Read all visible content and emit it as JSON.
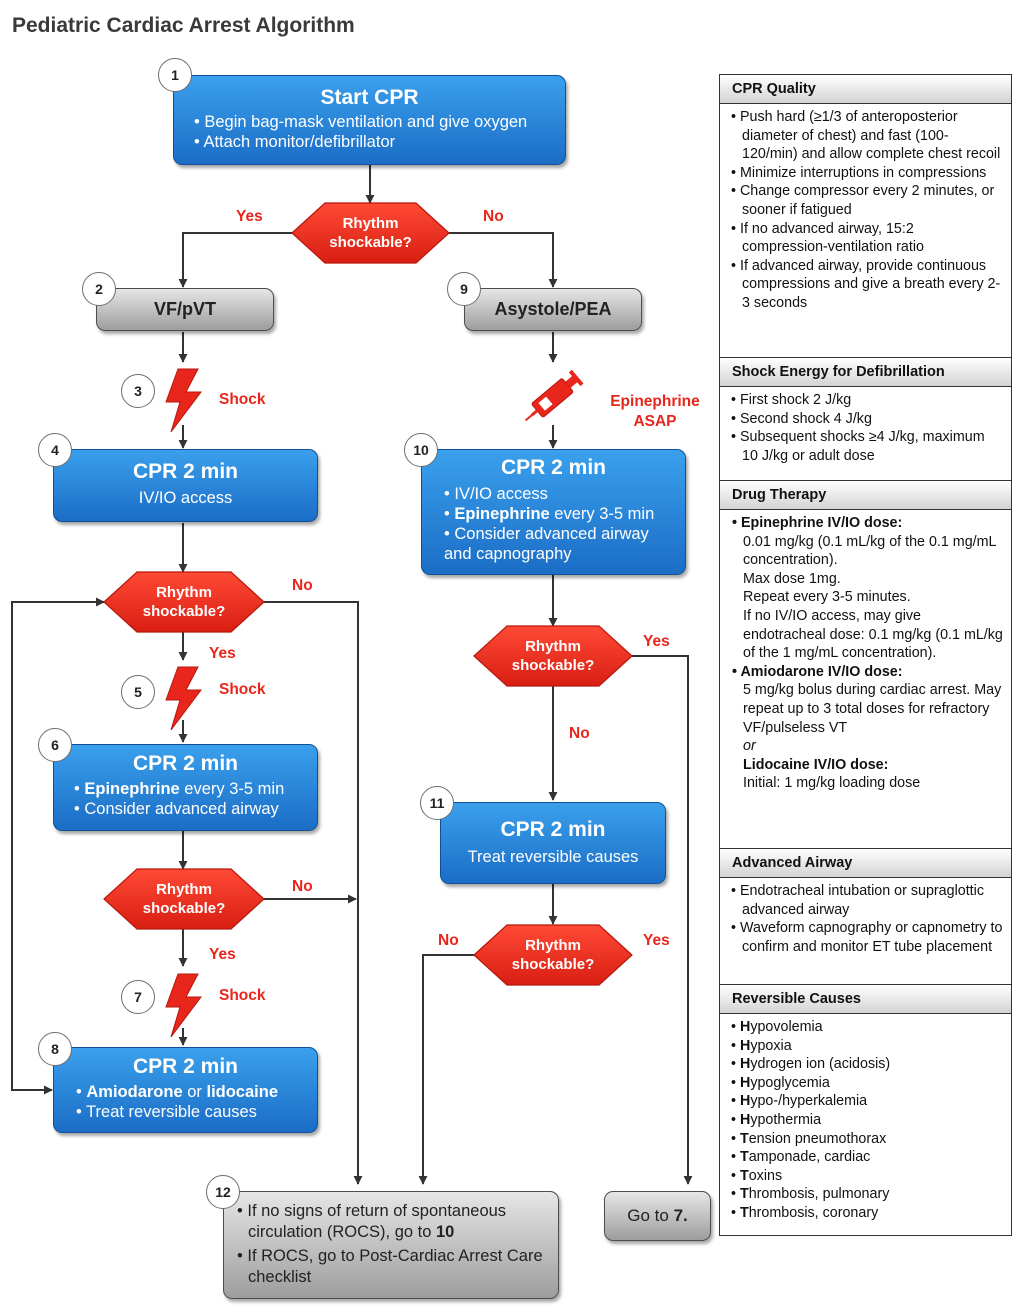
{
  "title": "Pediatric Cardiac Arrest Algorithm",
  "colors": {
    "blue": "#1b6dc6",
    "red": "#e8261c",
    "gray": "#9d9d9d"
  },
  "icons": {
    "shock": "lightning-bolt-icon",
    "epinephrine": "syringe-icon"
  },
  "flow": {
    "step1": {
      "num": "1",
      "title": "Start CPR",
      "items": [
        "• Begin bag-mask ventilation and give oxygen",
        "• Attach monitor/defibrillator"
      ]
    },
    "rhythm_label": "Rhythm shockable?",
    "yes": "Yes",
    "no": "No",
    "step2": {
      "num": "2",
      "title": "VF/pVT"
    },
    "step9": {
      "num": "9",
      "title": "Asystole/PEA"
    },
    "step3": {
      "num": "3",
      "label": "Shock"
    },
    "step4": {
      "num": "4",
      "title": "CPR 2 min",
      "text": "IV/IO access"
    },
    "epi_asap": "Epinephrine ASAP",
    "step10": {
      "num": "10",
      "title": "CPR 2 min",
      "item1": "• IV/IO access",
      "item2_bold": "Epinephrine",
      "item2_rest": " every 3-5 min",
      "item3": "• Consider advanced airway and capnography"
    },
    "step5": {
      "num": "5",
      "label": "Shock"
    },
    "step6": {
      "num": "6",
      "title": "CPR 2 min",
      "item1_bold": "Epinephrine",
      "item1_rest": " every 3-5 min",
      "item2": "• Consider advanced airway"
    },
    "step11": {
      "num": "11",
      "title": "CPR 2 min",
      "text": "Treat reversible causes"
    },
    "step7": {
      "num": "7",
      "label": "Shock"
    },
    "step8": {
      "num": "8",
      "title": "CPR 2 min",
      "item1_bold_a": "Amiodarone",
      "item1_mid": " or ",
      "item1_bold_b": "lidocaine",
      "item2": "• Treat reversible causes"
    },
    "step12": {
      "num": "12",
      "item1_text": "If no signs of return of spontaneous circulation (ROCS), go to ",
      "item1_bold": "10",
      "item2_text": "If ROCS, go to Post-Cardiac Arrest Care checklist"
    },
    "goto7": {
      "text": "Go to ",
      "bold": "7."
    }
  },
  "sidebar": {
    "cpr_quality": {
      "title": "CPR Quality",
      "items": [
        "• Push hard (≥1/3 of anteroposterior diameter of chest) and fast (100-120/min) and allow complete chest recoil",
        "• Minimize interruptions in compressions",
        "• Change compressor every 2 minutes, or sooner if fatigued",
        "• If no advanced airway, 15:2 compression-ventilation ratio",
        "• If advanced airway, provide continuous compressions and give a breath every 2-3 seconds"
      ]
    },
    "shock_energy": {
      "title": "Shock Energy for Defibrillation",
      "items": [
        "• First shock 2 J/kg",
        "• Second shock 4 J/kg",
        "• Subsequent shocks ≥4 J/kg, maximum 10 J/kg or adult dose"
      ]
    },
    "drug_therapy": {
      "title": "Drug Therapy",
      "epi_head": "• Epinephrine IV/IO dose:",
      "epi_lines": [
        "0.01 mg/kg (0.1 mL/kg of the 0.1 mg/mL concentration).",
        "Max dose 1mg.",
        "Repeat every 3-5 minutes.",
        "If no IV/IO access, may give endotracheal dose: 0.1 mg/kg (0.1 mL/kg of the 1 mg/mL concentration)."
      ],
      "amio_head": "• Amiodarone IV/IO dose:",
      "amio_text": "5 mg/kg bolus during cardiac arrest. May repeat up to 3 total doses for refractory VF/pulseless VT",
      "or": "or",
      "lido_head": "Lidocaine IV/IO dose:",
      "lido_text": "Initial: 1 mg/kg loading dose"
    },
    "advanced_airway": {
      "title": "Advanced Airway",
      "items": [
        "• Endotracheal intubation or supraglottic advanced airway",
        "• Waveform capnography or capnometry to confirm and monitor ET tube placement"
      ]
    },
    "reversible_causes": {
      "title": "Reversible Causes",
      "items": [
        {
          "bold": "H",
          "rest": "ypovolemia"
        },
        {
          "bold": "H",
          "rest": "ypoxia"
        },
        {
          "bold": "H",
          "rest": "ydrogen ion (acidosis)"
        },
        {
          "bold": "H",
          "rest": "ypoglycemia"
        },
        {
          "bold": "H",
          "rest": "ypo-/hyperkalemia"
        },
        {
          "bold": "H",
          "rest": "ypothermia"
        },
        {
          "bold": "T",
          "rest": "ension pneumothorax"
        },
        {
          "bold": "T",
          "rest": "amponade, cardiac"
        },
        {
          "bold": "T",
          "rest": "oxins"
        },
        {
          "bold": "T",
          "rest": "hrombosis, pulmonary"
        },
        {
          "bold": "T",
          "rest": "hrombosis, coronary"
        }
      ]
    }
  }
}
